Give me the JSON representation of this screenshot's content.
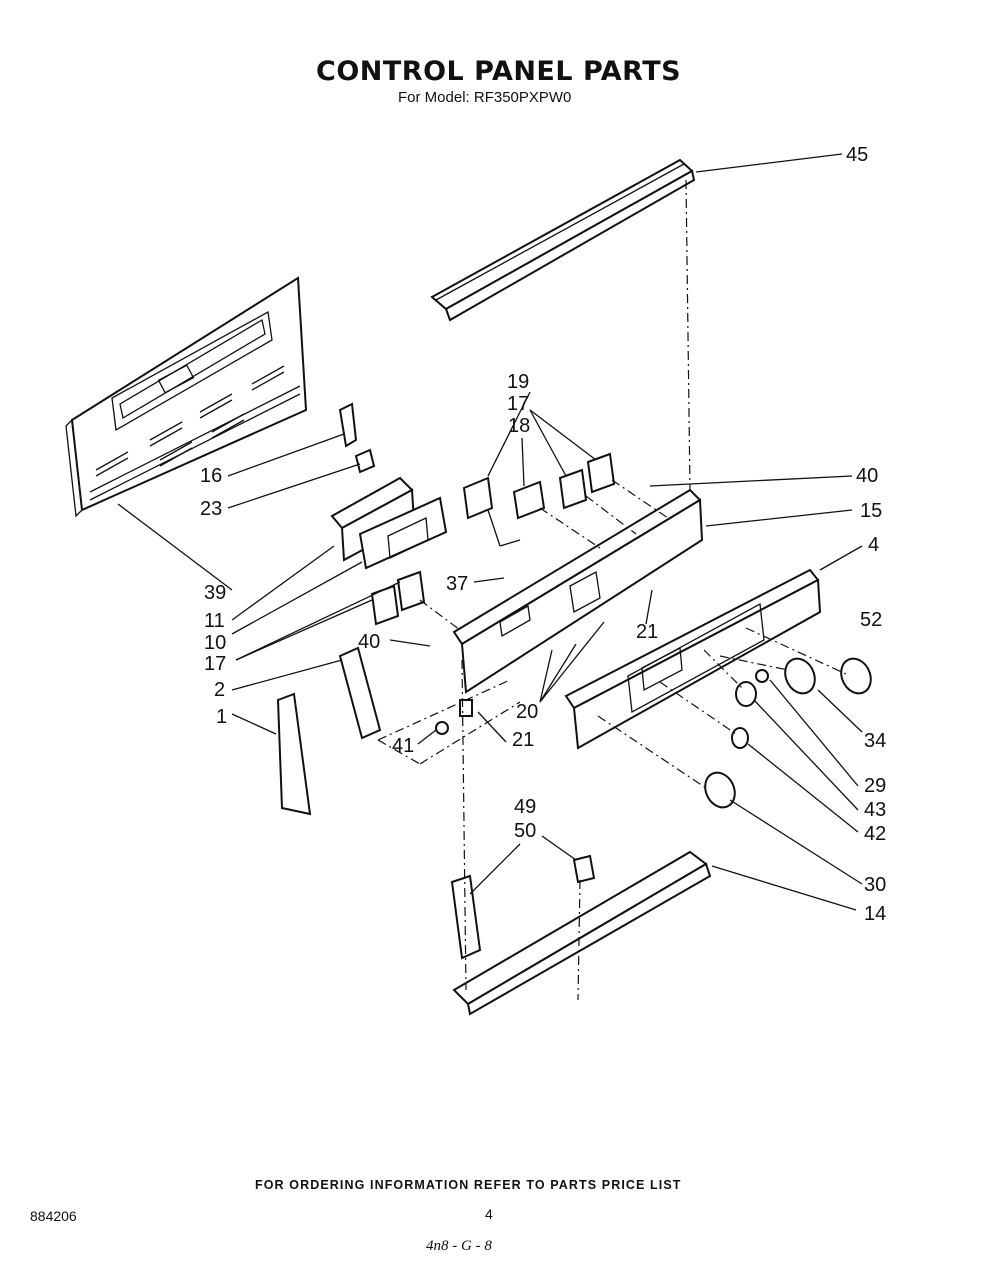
{
  "header": {
    "title": "CONTROL PANEL PARTS",
    "subtitle": "For Model: RF350PXPW0"
  },
  "callouts": {
    "c45": "45",
    "c19": "19",
    "c17a": "17",
    "c18": "18",
    "c40a": "40",
    "c15": "15",
    "c16": "16",
    "c23": "23",
    "c4": "4",
    "c52": "52",
    "c39": "39",
    "c37": "37",
    "c11": "11",
    "c10": "10",
    "c17b": "17",
    "c21a": "21",
    "c40b": "40",
    "c2": "2",
    "c20": "20",
    "c1": "1",
    "c41": "41",
    "c21b": "21",
    "c34": "34",
    "c29": "29",
    "c43": "43",
    "c42": "42",
    "c49": "49",
    "c50": "50",
    "c30": "30",
    "c14": "14"
  },
  "footer": {
    "ordering_note": "FOR ORDERING INFORMATION REFER TO PARTS PRICE LIST",
    "doc_number": "884206",
    "page_number": "4",
    "handwritten_note": "4n8 - G - 8"
  }
}
